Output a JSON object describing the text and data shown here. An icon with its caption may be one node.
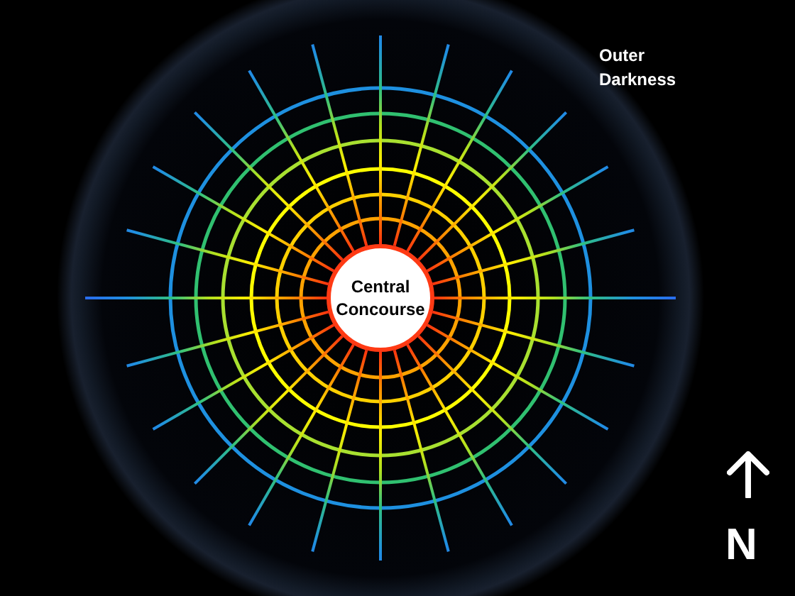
{
  "diagram": {
    "nodes": [
      {
        "text": [
          "Central Concourse"
        ]
      }
    ],
    "labels": [
      "Outer Darkness",
      "N"
    ]
  }
}
